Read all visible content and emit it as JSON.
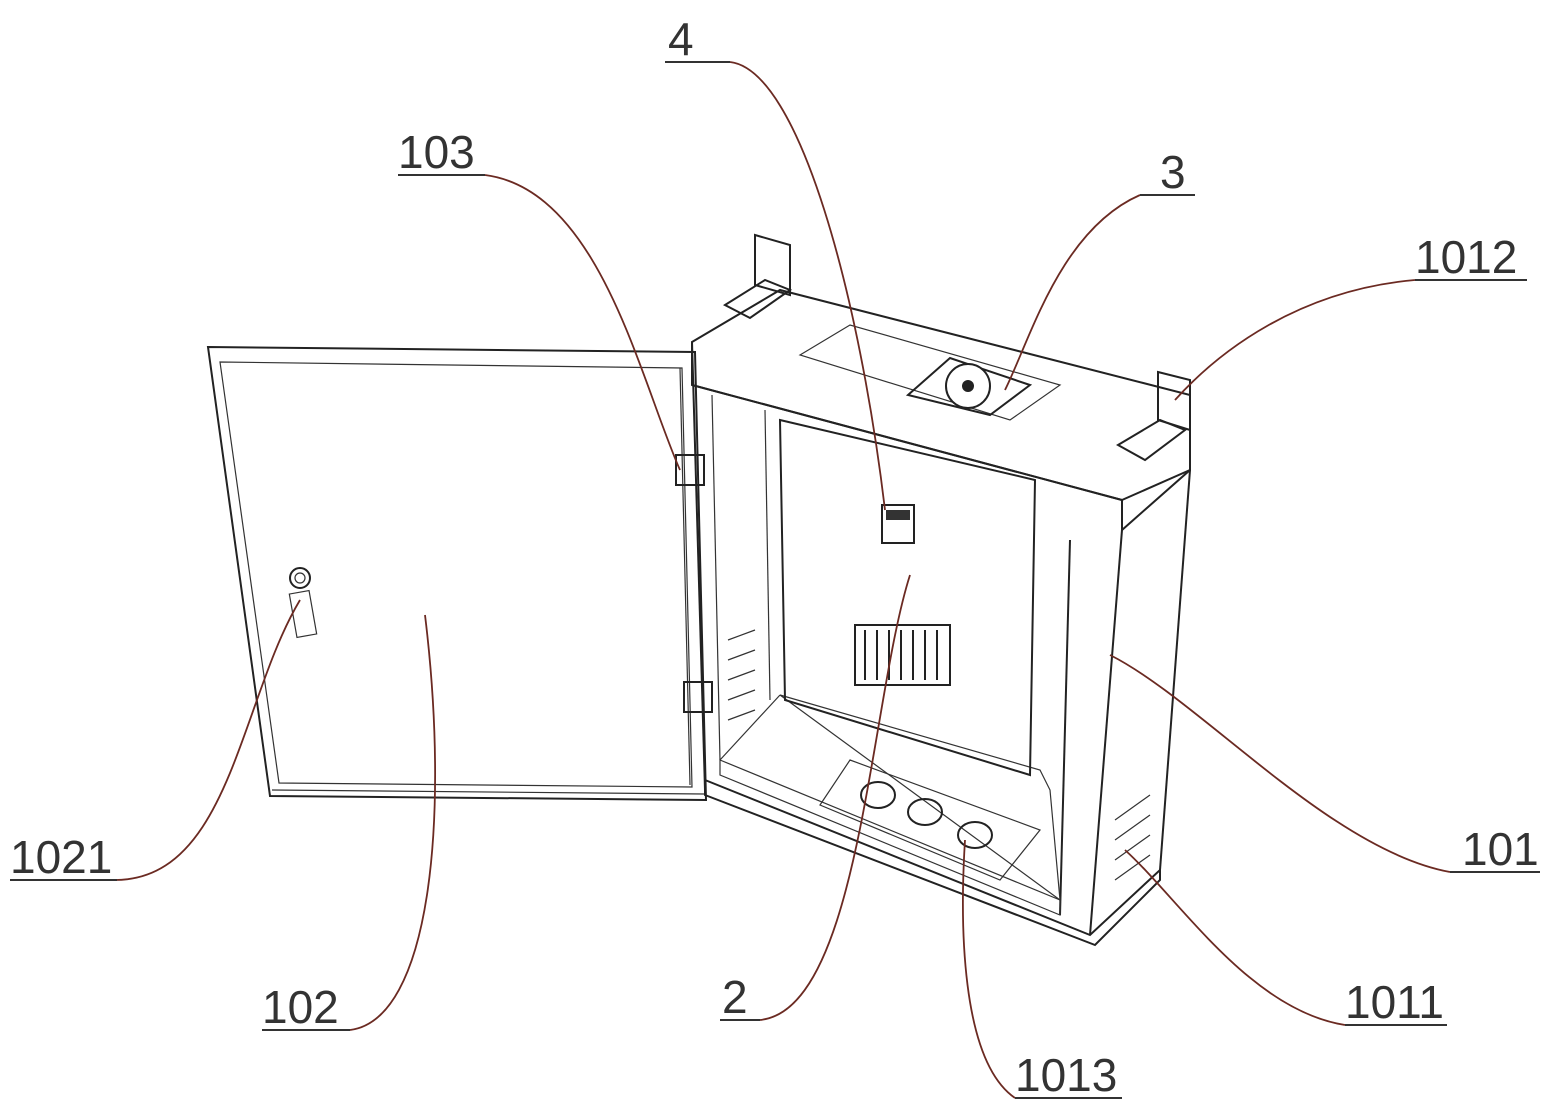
{
  "title": "Electrical cabinet with open door - patent figure",
  "labels": {
    "part_4": "4",
    "part_103": "103",
    "part_3": "3",
    "part_1012": "1012",
    "part_1021": "1021",
    "part_102": "102",
    "part_2": "2",
    "part_1013": "1013",
    "part_1011": "1011",
    "part_101": "101"
  },
  "colors": {
    "line": "#222222",
    "leader": "#6b2a22"
  }
}
